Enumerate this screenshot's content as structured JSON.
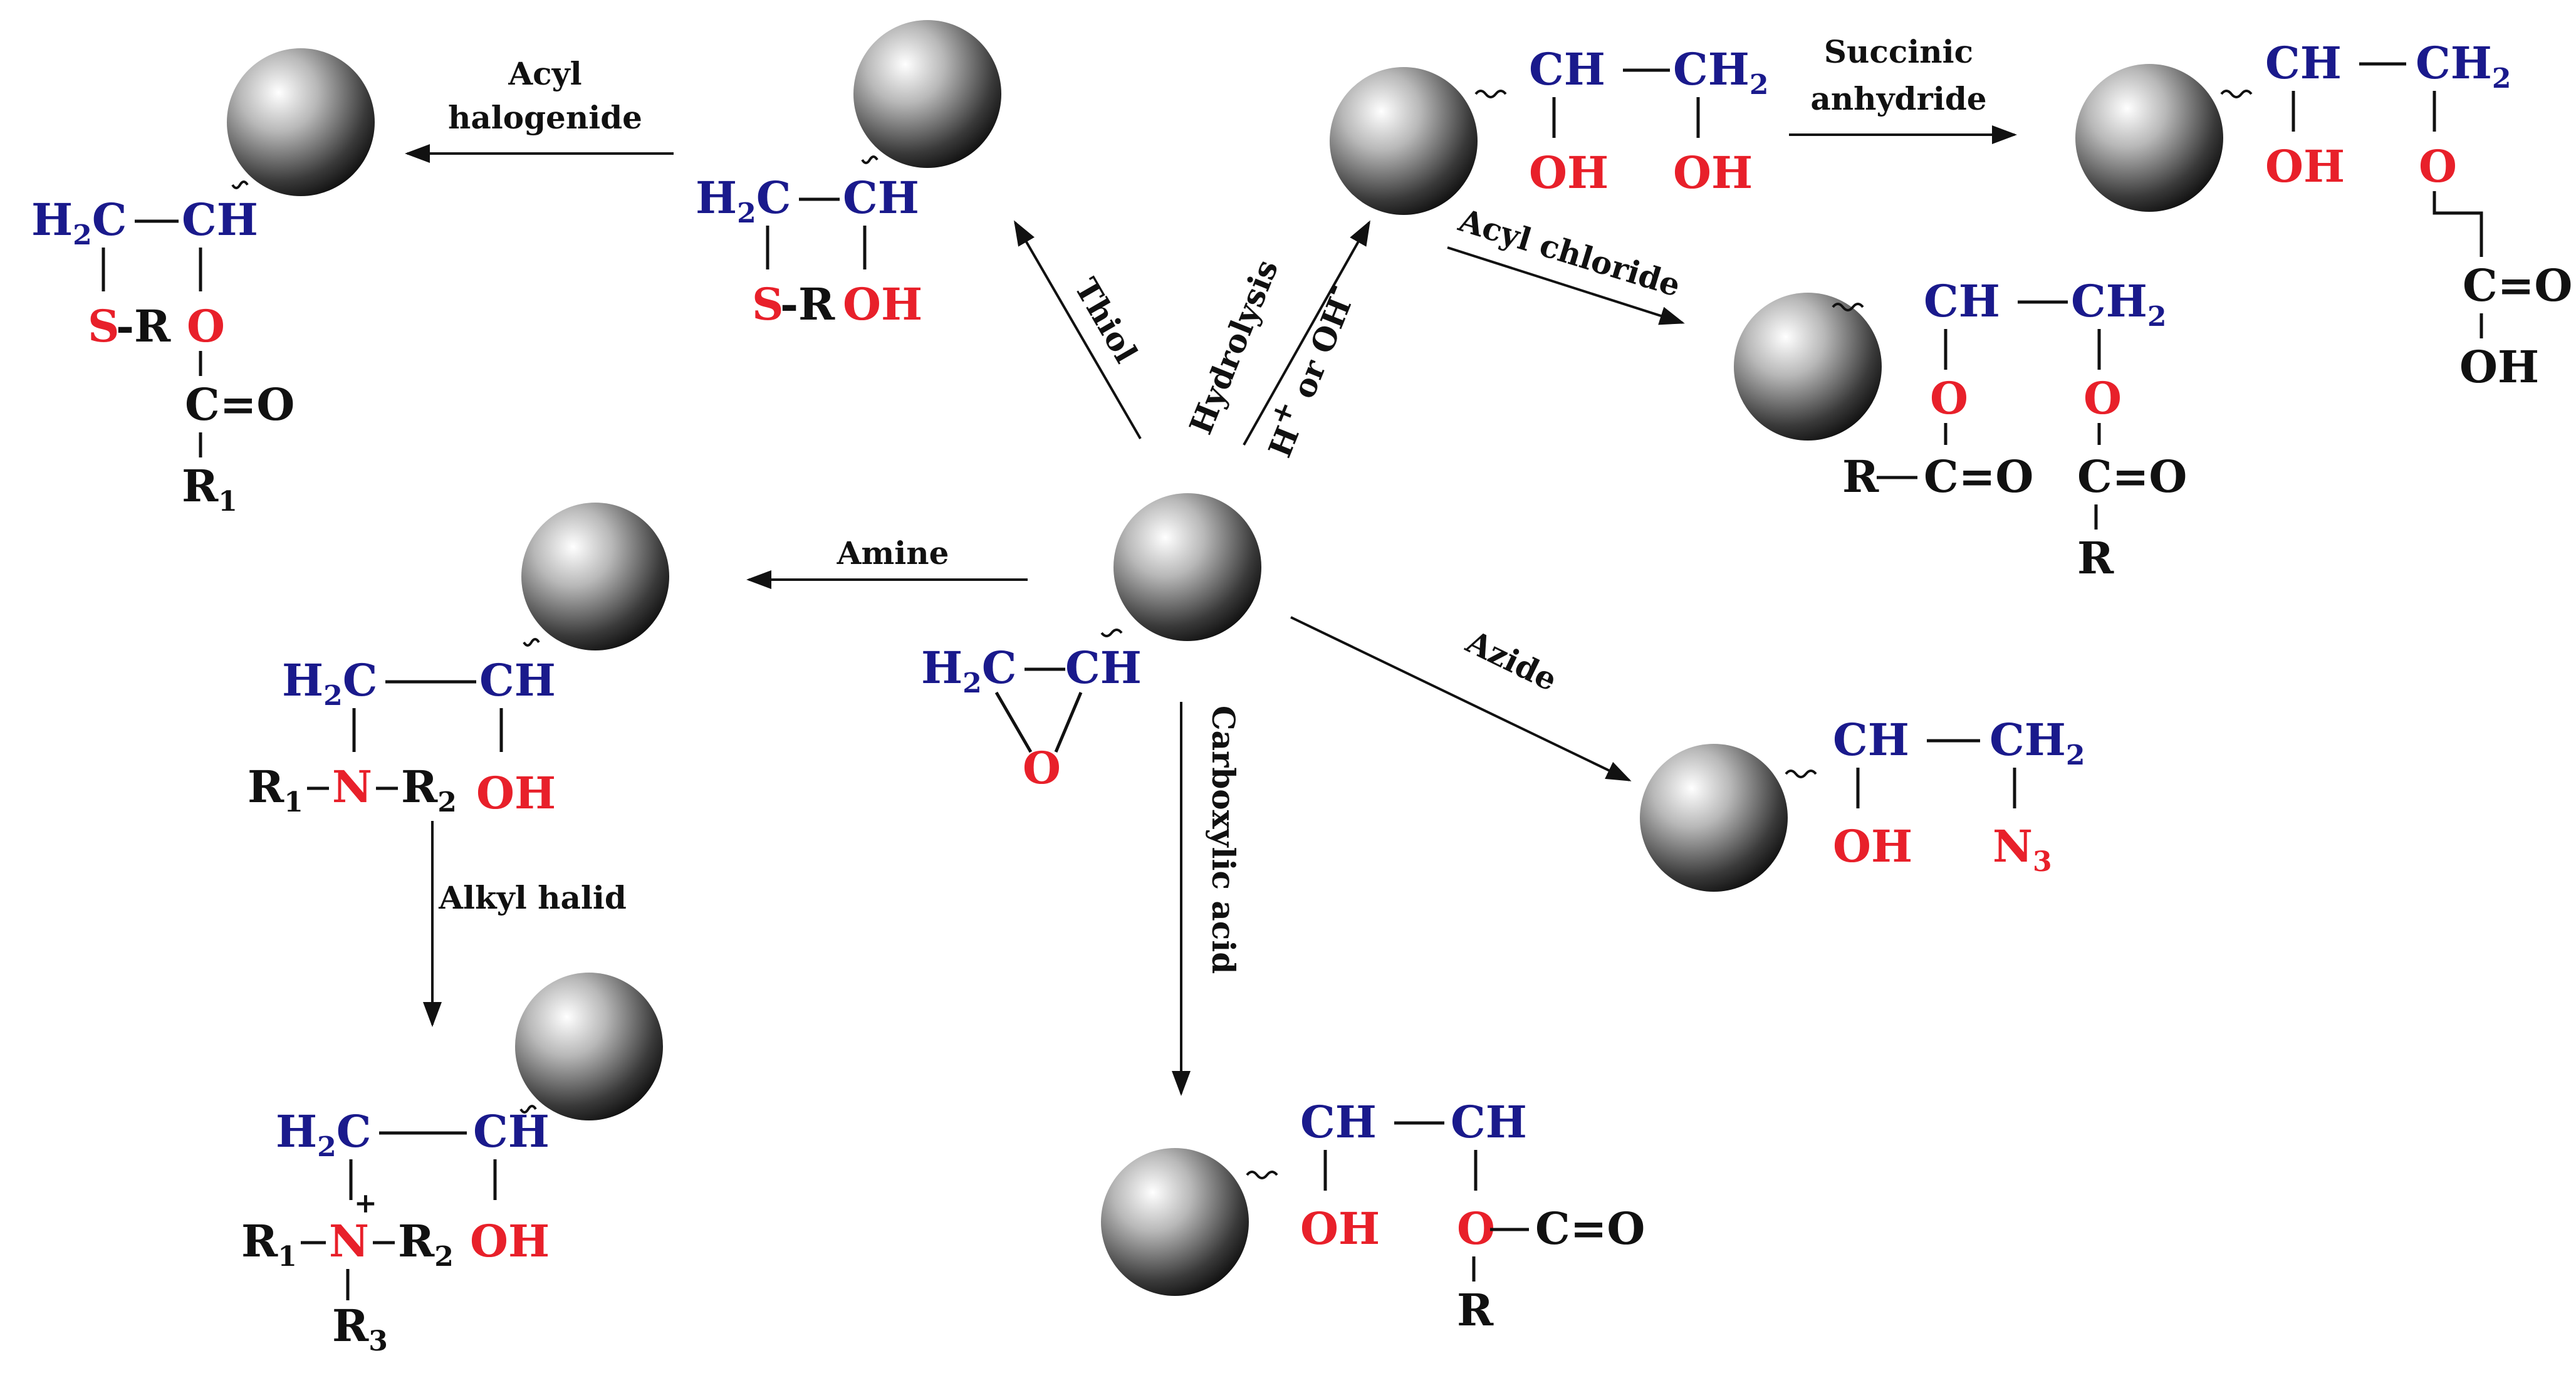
{
  "reagents": {
    "acyl_halogenide_1": "Acyl",
    "acyl_halogenide_2": "halogenide",
    "thiol": "Thiol",
    "hydrolysis": "Hydrolysis",
    "hydrolysis_cond_1": "H",
    "hydrolysis_cond_2": "+",
    "hydrolysis_cond_3": " or OH",
    "hydrolysis_cond_4": "-",
    "succinic_1": "Succinic",
    "succinic_2": "anhydride",
    "acyl_chloride": "Acyl chloride",
    "amine": "Amine",
    "alkyl_halid": "Alkyl halid",
    "azide": "Azide",
    "carboxylic_acid": "Carboxylic acid"
  },
  "atoms": {
    "H": "H",
    "C": "C",
    "two": "2",
    "three": "3",
    "CH": "CH",
    "CH2": "CH",
    "O": "O",
    "OH": "OH",
    "S": "S",
    "SR": "-R",
    "N": "N",
    "R": "R",
    "R1": "R",
    "R2": "R",
    "R3": "R",
    "one": "1",
    "plus": "+",
    "CO": "C=O",
    "RCO": "R",
    "dash": "−",
    "N3": "N"
  },
  "colors": {
    "blue": "#1a1a8c",
    "red": "#e8202a",
    "black": "#111111"
  }
}
